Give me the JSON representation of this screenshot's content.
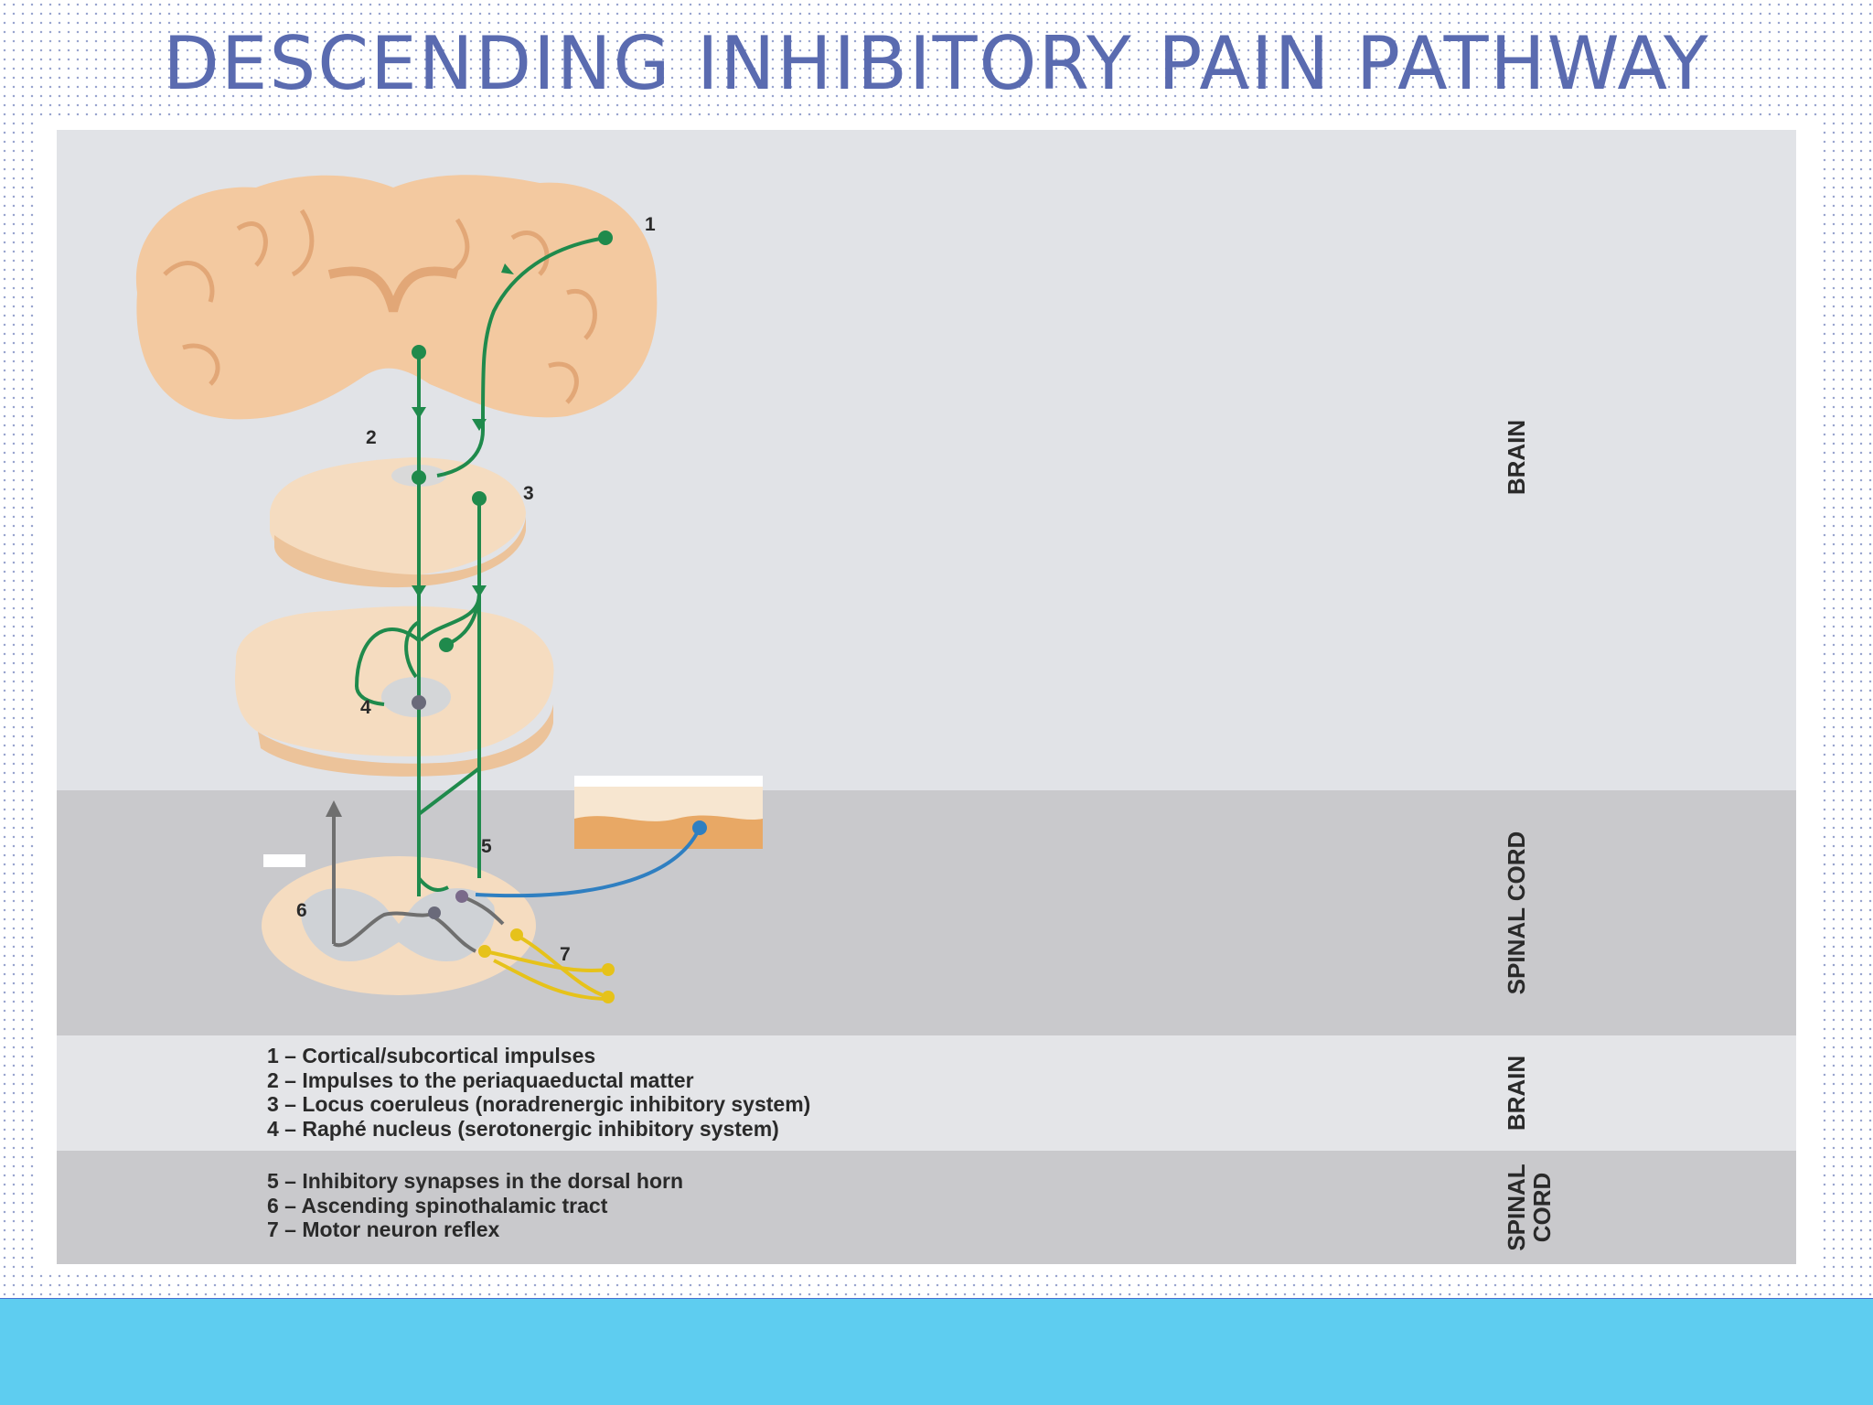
{
  "title": "DESCENDING INHIBITORY PAIN PATHWAY",
  "diagram": {
    "markers": [
      "1",
      "2",
      "3",
      "4",
      "5",
      "6",
      "7"
    ],
    "regions": {
      "brain": "BRAIN",
      "spinal_cord": "SPINAL CORD",
      "legend_brain": "BRAIN",
      "legend_spinal_line1": "SPINAL",
      "legend_spinal_line2": "CORD"
    },
    "legend_brain_items": [
      "1 – Cortical/subcortical impulses",
      "2 – Impulses to the periaquaeductal matter",
      "3 – Locus coeruleus (noradrenergic inhibitory system)",
      "4 – Raphé nucleus (serotonergic inhibitory system)"
    ],
    "legend_spinal_items": [
      "5 – Inhibitory synapses in the dorsal horn",
      "6 – Ascending spinothalamic tract",
      "7 – Motor neuron reflex"
    ],
    "colors": {
      "title": "#5a6bb0",
      "pathway": "#1f8a4c",
      "afferent": "#2f7fc1",
      "ascending": "#6f6f6f",
      "motor": "#e6c21a",
      "brain_tissue": "#f3c9a0",
      "panel_brain": "#e1e3e7",
      "panel_spinal": "#c9c9cc",
      "footer": "#5ecdf0",
      "footer_line": "#4a6fcf"
    }
  }
}
